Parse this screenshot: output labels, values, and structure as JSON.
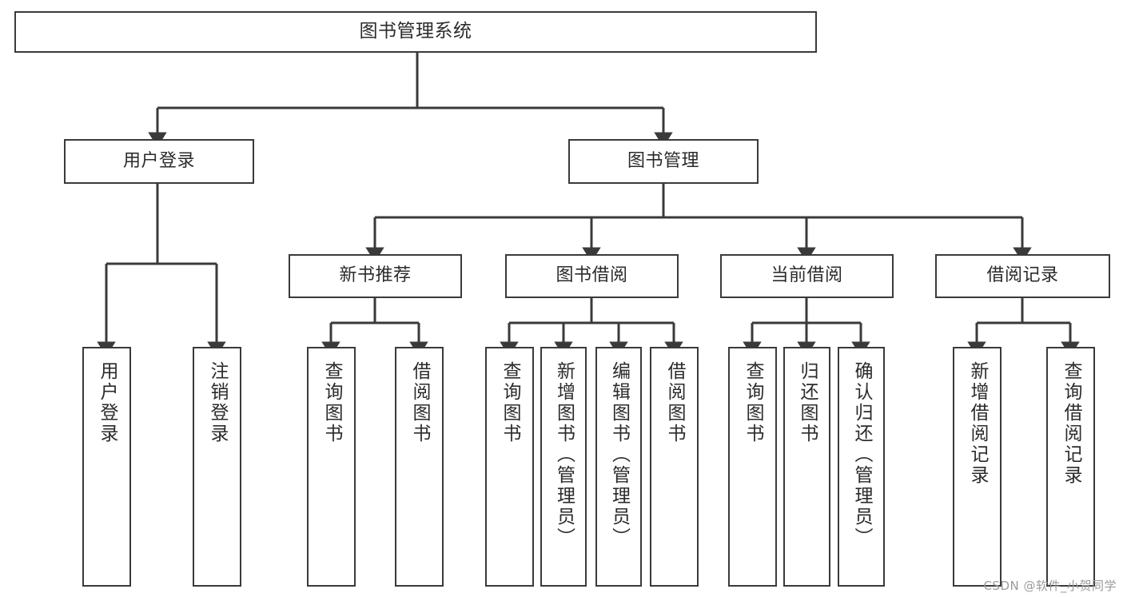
{
  "diagram": {
    "title": "图书管理系统",
    "type": "hierarchy-tree",
    "watermark": "CSDN @软件_小贺同学",
    "colors": {
      "background": "#ffffff",
      "border": "#3a3a3a",
      "text": "#2b2b2b",
      "watermark": "#9b9b9b"
    },
    "nodes": {
      "root": {
        "label": "图书管理系统"
      },
      "level2": [
        {
          "label": "用户登录"
        },
        {
          "label": "图书管理"
        }
      ],
      "level3": [
        {
          "label": "新书推荐"
        },
        {
          "label": "图书借阅"
        },
        {
          "label": "当前借阅"
        },
        {
          "label": "借阅记录"
        }
      ],
      "leaves_user_login": [
        {
          "label": "用户登录"
        },
        {
          "label": "注销登录"
        }
      ],
      "leaves_new_book": [
        {
          "label": "查询图书"
        },
        {
          "label": "借阅图书"
        }
      ],
      "leaves_borrow": [
        {
          "label": "查询图书"
        },
        {
          "label": "新增图书（管理员）"
        },
        {
          "label": "编辑图书（管理员）"
        },
        {
          "label": "借阅图书"
        }
      ],
      "leaves_current": [
        {
          "label": "查询图书"
        },
        {
          "label": "归还图书"
        },
        {
          "label": "确认归还（管理员）"
        }
      ],
      "leaves_records": [
        {
          "label": "新增借阅记录"
        },
        {
          "label": "查询借阅记录"
        }
      ]
    }
  }
}
